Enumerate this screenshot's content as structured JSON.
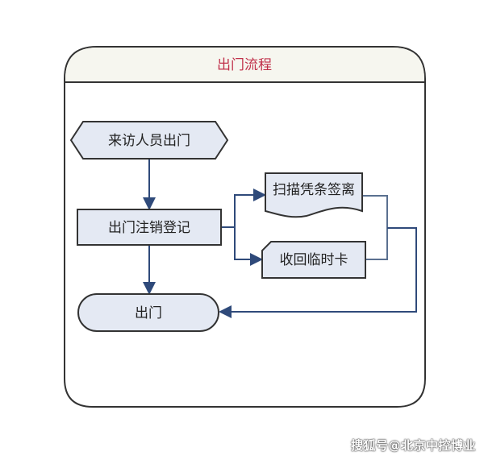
{
  "title": "出门流程",
  "nodes": {
    "start": "来访人员出门",
    "register": "出门注销登记",
    "scan": "扫描凭条签离",
    "card": "收回临时卡",
    "exit": "出门"
  },
  "watermark": "搜狐号@北京中控博业",
  "colors": {
    "title": "#c0304a",
    "shape_fill": "#e4e9f3",
    "connector": "#2f4a7a"
  }
}
